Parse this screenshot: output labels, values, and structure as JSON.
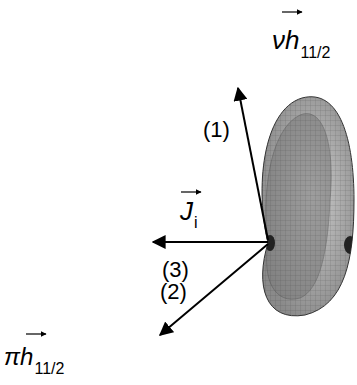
{
  "diagram": {
    "labels": [
      "(1)",
      "(2)",
      "(3)",
      "νh",
      "11/2",
      "πh",
      "11/2",
      "J",
      "i"
    ]
  }
}
